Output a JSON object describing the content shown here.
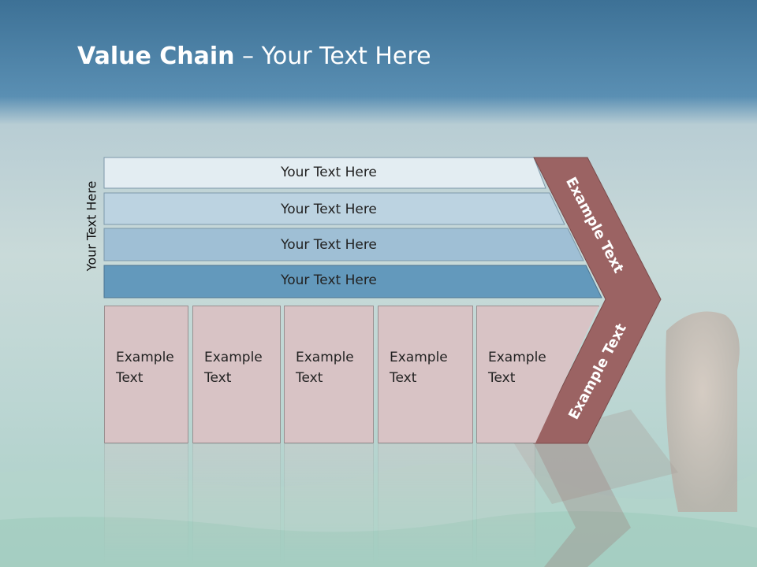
{
  "slide": {
    "title_bold": "Value Chain",
    "title_rest": " – Your Text Here",
    "side_label": "Your Text Here",
    "bars": [
      {
        "label": "Your Text Here",
        "color": "#e3edf2"
      },
      {
        "label": "Your Text Here",
        "color": "#bcd3e1"
      },
      {
        "label": "Your Text Here",
        "color": "#9fbfd5"
      },
      {
        "label": "Your Text Here",
        "color": "#6399bc"
      }
    ],
    "boxes": [
      {
        "line1": "Example",
        "line2": "Text"
      },
      {
        "line1": "Example",
        "line2": "Text"
      },
      {
        "line1": "Example",
        "line2": "Text"
      },
      {
        "line1": "Example",
        "line2": "Text"
      },
      {
        "line1": "Example",
        "line2": "Text"
      }
    ],
    "chevron_top_text": "Example Text",
    "chevron_bottom_text": "Example Text",
    "colors": {
      "chevron": "#9b6363",
      "box_fill": "#d8c3c5",
      "sky_top": "#3d7196",
      "water": "#b9d3d6"
    }
  }
}
